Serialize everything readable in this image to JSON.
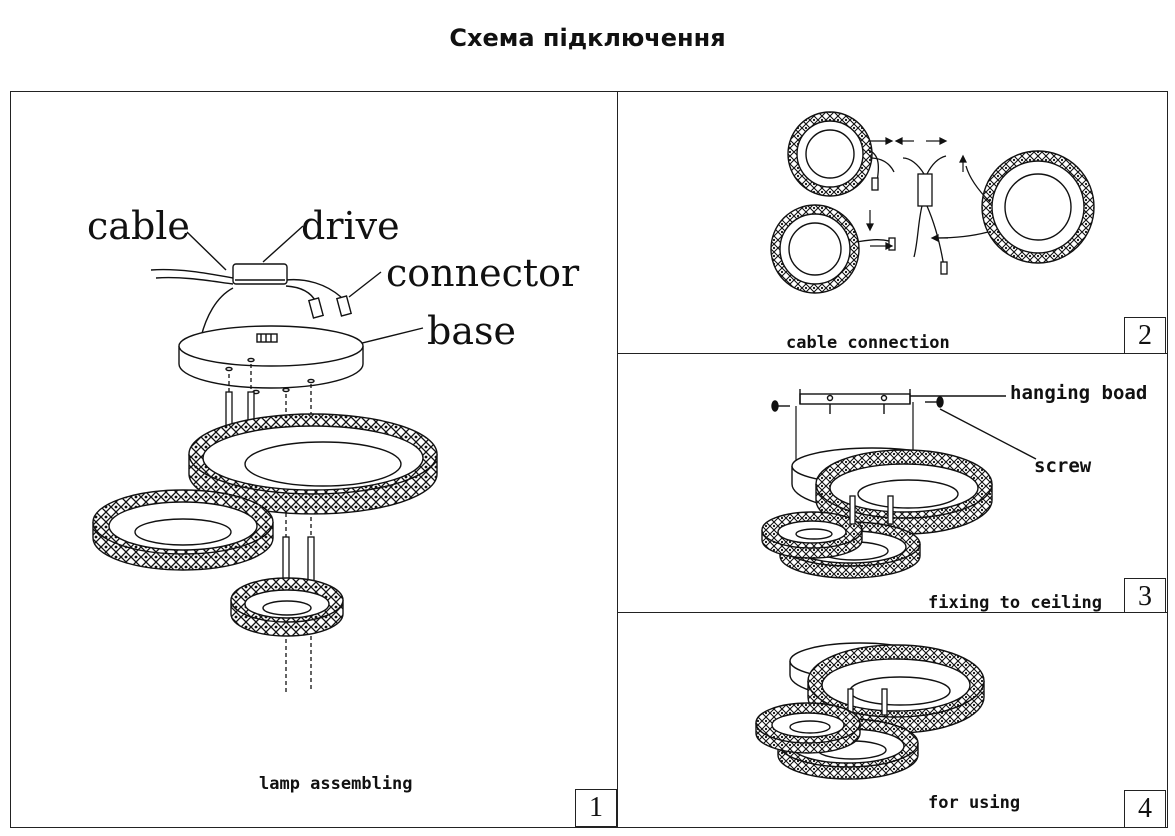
{
  "title": "Схема підключення",
  "panels": [
    {
      "caption": "lamp  assembling",
      "number": "1",
      "labels": {
        "cable": "cable",
        "drive": "drive",
        "connector": "connector",
        "base": "base"
      }
    },
    {
      "caption": "cable connection",
      "number": "2"
    },
    {
      "caption": "fixing to ceiling",
      "number": "3",
      "labels": {
        "hanging_board": "hanging boad",
        "screw": "screw"
      }
    },
    {
      "caption": "for using",
      "number": "4"
    }
  ]
}
